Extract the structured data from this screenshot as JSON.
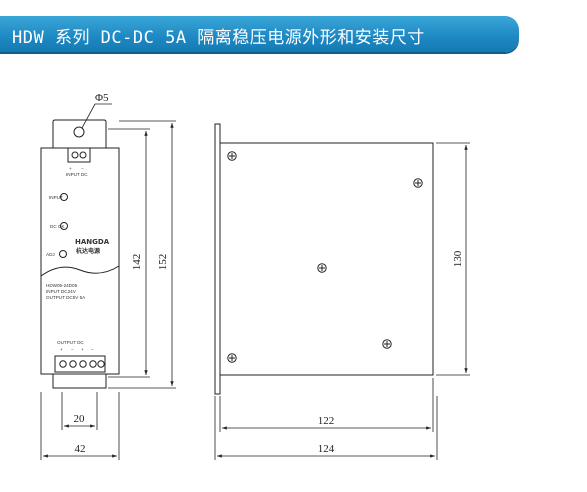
{
  "header": {
    "title": "HDW 系列 DC-DC 5A 隔离稳压电源外形和安装尺寸"
  },
  "front_view": {
    "terminal_top_label": "INPUT DC",
    "top_polarity": [
      "+",
      "−"
    ],
    "indicator_labels": [
      "INPUT",
      "DC OK",
      "ADJ"
    ],
    "logo_text": "HANGDA",
    "logo_subtext": "杭达电源",
    "model_lines": [
      "HDW05-24D05",
      "INPUT DC24V",
      "OUTPUT DC5V 5A"
    ],
    "terminal_bottom_label": "OUTPUT DC",
    "bottom_polarity": [
      "+",
      "−",
      "+",
      "−"
    ]
  },
  "dimensions": {
    "hole": "Φ5",
    "height_inner": "142",
    "height_outer": "152",
    "width_small": "20",
    "width_front": "42",
    "side_height": "130",
    "side_width_inner": "122",
    "side_width_outer": "124"
  }
}
